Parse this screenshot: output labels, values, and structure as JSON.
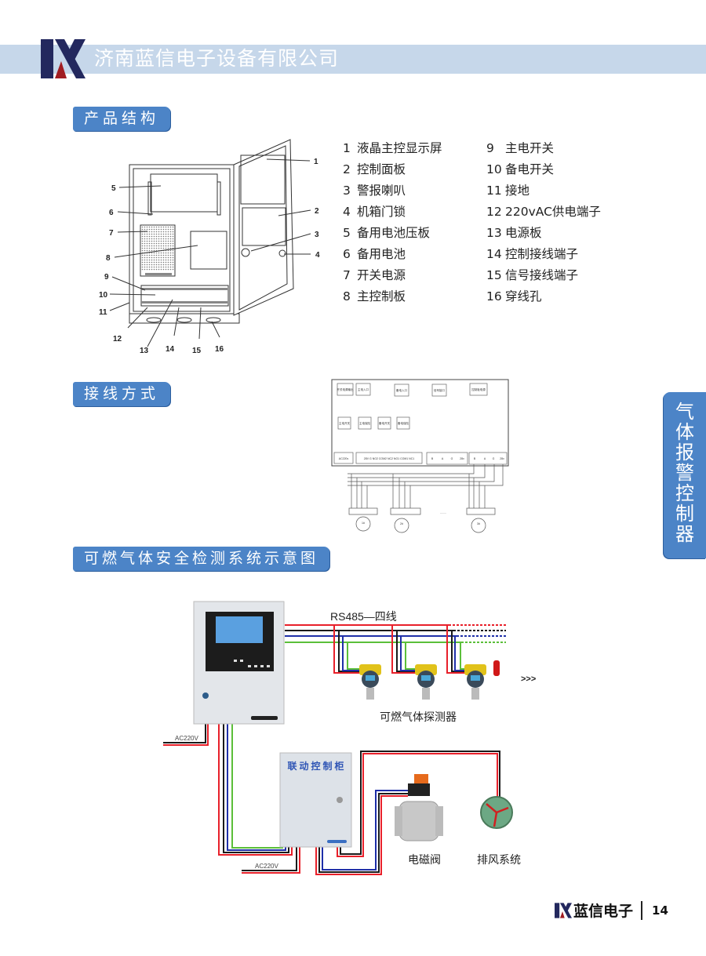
{
  "header": {
    "company": "济南蓝信电子设备有限公司"
  },
  "sections": {
    "structure": "产品结构",
    "wiring": "接线方式",
    "system": "可燃气体安全检测系统示意图"
  },
  "side_tab": {
    "chars": [
      "气",
      "体",
      "报",
      "警",
      "控",
      "制",
      "器"
    ]
  },
  "structure": {
    "callouts": [
      "1",
      "2",
      "3",
      "4",
      "5",
      "6",
      "7",
      "8",
      "9",
      "10",
      "11",
      "12",
      "13",
      "14",
      "15",
      "16"
    ],
    "legend_left": [
      {
        "num": "1",
        "label": "液晶主控显示屏"
      },
      {
        "num": "2",
        "label": "控制面板"
      },
      {
        "num": "3",
        "label": "警报喇叭"
      },
      {
        "num": "4",
        "label": "机箱门锁"
      },
      {
        "num": "5",
        "label": "备用电池压板"
      },
      {
        "num": "6",
        "label": "备用电池"
      },
      {
        "num": "7",
        "label": "开关电源"
      },
      {
        "num": "8",
        "label": "主控制板"
      }
    ],
    "legend_right": [
      {
        "num": "9",
        "label": "主电开关"
      },
      {
        "num": "10",
        "label": "备电开关"
      },
      {
        "num": "11",
        "label": "接地"
      },
      {
        "num": "12",
        "label": "220vAC供电端子"
      },
      {
        "num": "13",
        "label": "电源板"
      },
      {
        "num": "14",
        "label": "控制接线端子"
      },
      {
        "num": "15",
        "label": "信号接线端子"
      },
      {
        "num": "16",
        "label": "穿线孔"
      }
    ]
  },
  "wiring": {
    "top_boxes": [
      "开关电源输出",
      "主电入口",
      "备电入口",
      "信号接口",
      "控制板电源"
    ],
    "mid_boxes": [
      "主电开关",
      "主电保险",
      "备电开关",
      "备电保险"
    ],
    "ac_terminal": "AC220v",
    "relay_terminal": "28V G NO2 COM2 NC2 NO1 COM1 NC1",
    "signal_terminals_1": [
      "B",
      "A",
      "G",
      "28v"
    ],
    "signal_terminals_2": [
      "B",
      "A",
      "G",
      "28v"
    ],
    "detector_terminals": [
      "B1 A1 G 28v",
      "B1 A1 G 28v",
      "B1 A1 G 28v"
    ],
    "detectors": [
      "1#",
      "2#",
      "3#"
    ],
    "ellipsis": "........"
  },
  "system": {
    "bus_label": "RS485—四线",
    "detector_label": "可燃气体探测器",
    "more_arrow": ">>>",
    "cabinet_label": "联动控制柜",
    "ac_label_1": "AC220V",
    "ac_label_2": "AC220V",
    "valve_label": "电磁阀",
    "fan_label": "排风系统"
  },
  "footer": {
    "brand": "蓝信电子",
    "page": "14"
  },
  "colors": {
    "band": "#c6d7ea",
    "tab": "#4c84c7",
    "logo_navy": "#23285e",
    "logo_red": "#a11d22",
    "wire_red": "#e8202a",
    "wire_black": "#1a1a1a",
    "wire_blue": "#1f2fa8",
    "wire_green": "#5bbf3a"
  }
}
